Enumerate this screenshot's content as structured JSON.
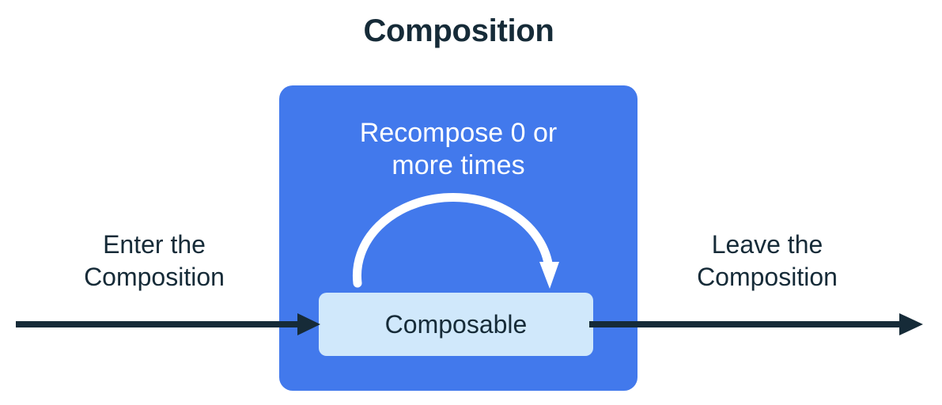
{
  "diagram": {
    "title": "Composition",
    "type": "flow-diagram",
    "colors": {
      "text_dark": "#162b38",
      "composition_blue": "#4279ec",
      "composable_light_blue": "#d0e8fb",
      "arrow_white": "#ffffff",
      "background": "#ffffff"
    }
  },
  "composition_box": {
    "name": "Composition",
    "recompose_caption": {
      "line1": "Recompose 0 or",
      "line2": "more times",
      "full_text": "Recompose 0 or more times"
    },
    "loop_arrow": {
      "icon": "curved-loop-arrow-icon",
      "direction": "clockwise-down-right"
    },
    "composable": {
      "label": "Composable"
    }
  },
  "enter_flow": {
    "caption": {
      "line1": "Enter the",
      "line2": "Composition",
      "full_text": "Enter the Composition"
    },
    "arrow_icon": "arrow-right-icon"
  },
  "leave_flow": {
    "caption": {
      "line1": "Leave the",
      "line2": "Composition",
      "full_text": "Leave the Composition"
    },
    "arrow_icon": "arrow-right-icon"
  }
}
